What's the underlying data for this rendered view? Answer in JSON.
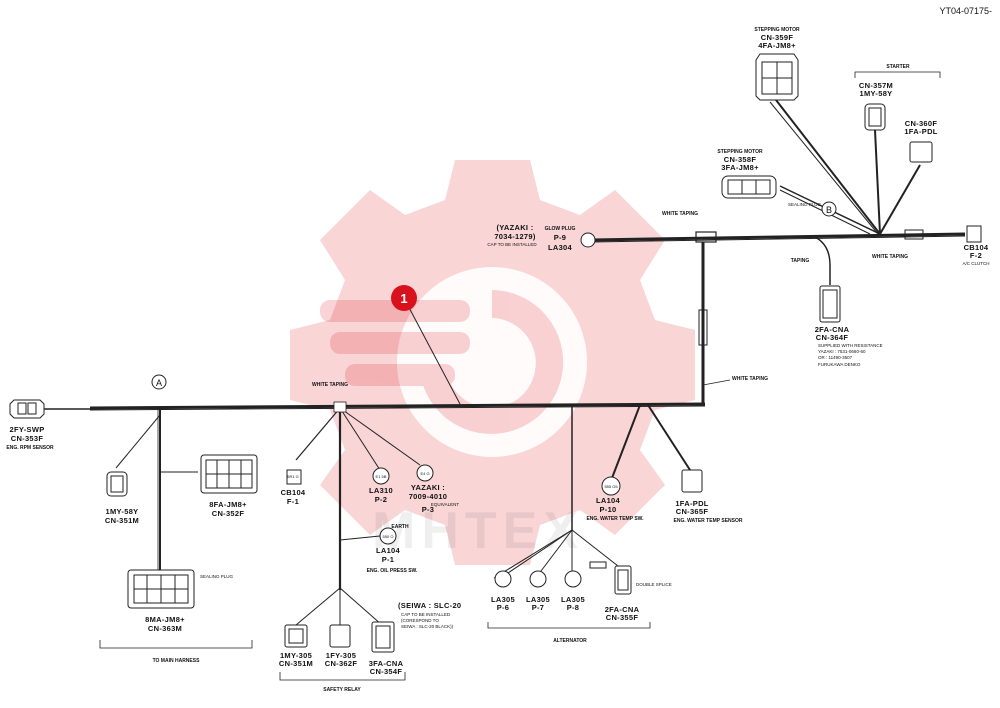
{
  "doc_id": "YT04-07175-",
  "callout": "1",
  "watermark": "MHTEX",
  "circle_a": "A",
  "circle_b": "B",
  "connectors": {
    "cn353f": {
      "l1": "2FY-SWP",
      "l2": "CN-353F",
      "l3": "ENG. RPM SENSOR"
    },
    "cn351m_left": {
      "l1": "1MY-58Y",
      "l2": "CN-351M"
    },
    "cn352f": {
      "l1": "8FA-JM8+",
      "l2": "CN-352F"
    },
    "cn363m": {
      "l1": "8MA-JM8+",
      "l2": "CN-363M",
      "note": "SEALING PLUG"
    },
    "cb104_f1": {
      "l1": "CB104",
      "l2": "F-1",
      "pin": "5R1 G"
    },
    "la310": {
      "l1": "LA310",
      "l2": "P-2",
      "pin": "E1 5B"
    },
    "p3": {
      "l1": "YAZAKI :",
      "l2": "7009-4010",
      "l3": "EQUIVALENT",
      "l4": "P-3",
      "pin": "E4 G"
    },
    "la104_p1": {
      "l1": "LA104",
      "l2": "P-1",
      "l3": "ENG. OIL PRESS SW.",
      "pin": "550 O"
    },
    "cn351m_relay": {
      "l1": "1MY-305",
      "l2": "CN-351M"
    },
    "cn362f": {
      "l1": "1FY-305",
      "l2": "CN-362F"
    },
    "cn354f_relay": {
      "l1": "3FA-CNA",
      "l2": "CN-354F"
    },
    "seiwa": {
      "l1": "(SEIWA : SLC-20",
      "l2": "CAP TO BE INSTALLED",
      "l3": "(CORESPOND TO",
      "l4": "SEIWA : SLC-20 BLACK))"
    },
    "la305_p6": {
      "l1": "LA305",
      "l2": "P-6"
    },
    "la305_p7": {
      "l1": "LA305",
      "l2": "P-7"
    },
    "la305_p8": {
      "l1": "LA305",
      "l2": "P-8"
    },
    "cn355f": {
      "l1": "2FA-CNA",
      "l2": "CN-355F",
      "note": "DOUBLE SPLICE"
    },
    "la104_p10": {
      "l1": "LA104",
      "l2": "P-10",
      "l3": "ENG. WATER TEMP SW.",
      "pin": "555 O5"
    },
    "cn365f": {
      "l1": "1FA-PDL",
      "l2": "CN-365F",
      "l3": "ENG. WATER TEMP SENSOR"
    },
    "glow": {
      "l1": "(YAZAKI :",
      "l2": "7034-1279)",
      "l3": "CAP TO BE INSTALLED",
      "t1": "GLOW PLUG",
      "t2": "P-9",
      "t3": "LA304"
    },
    "cn359f": {
      "l1": "STEPPING MOTOR",
      "l2": "CN-359F",
      "l3": "4FA-JM8+"
    },
    "cn358f": {
      "l1": "STEPPING MOTOR",
      "l2": "CN-358F",
      "l3": "3FA-JM8+",
      "note": "SEALING PLUG"
    },
    "cn357m": {
      "l1": "CN-357M",
      "l2": "1MY-58Y",
      "group": "STARTER"
    },
    "cn360f": {
      "l1": "CN-360F",
      "l2": "1FA-PDL"
    },
    "cb104_f2": {
      "l1": "CB104",
      "l2": "F-2",
      "l3": "A/C CLUTCH"
    },
    "cn364f": {
      "l1": "2FA-CNA",
      "l2": "CN-364F",
      "l3": "SUPPLIED WITH RESISTANCE",
      "l4": "YAZAKI : 7531-0660-60",
      "l5": "OR  : 11490-3507",
      "l6": "FURUKAWA DENKO"
    }
  },
  "labels": {
    "white_taping": "WHITE TAPING",
    "taping": "TAPING",
    "to_main_harness": "TO MAIN HARNESS",
    "earth": "EARTH",
    "safety_relay": "SAFETY RELAY",
    "alternator": "ALTERNATOR"
  }
}
